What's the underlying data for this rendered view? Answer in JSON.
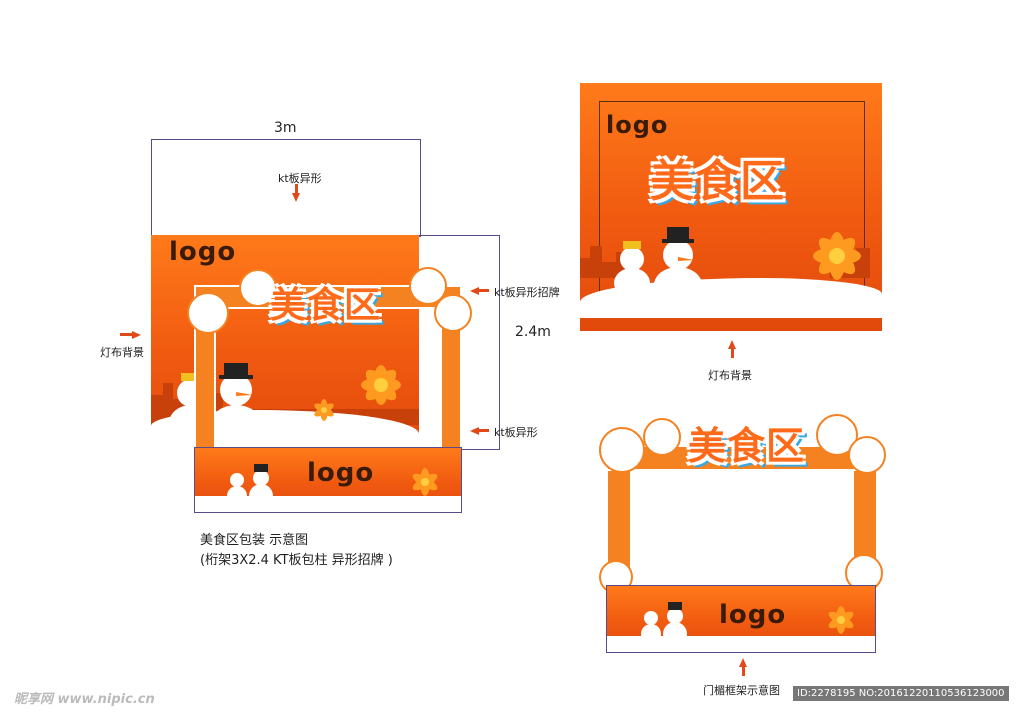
{
  "left_diagram": {
    "width_label": "3m",
    "height_label": "2.4m",
    "kt_top_label": "kt板异形",
    "cloth_bg_label": "灯布背景",
    "kt_sign_label": "kt板异形招牌",
    "kt_side_label": "kt板异形",
    "logo_top": "logo",
    "logo_bottom": "logo",
    "title_text": "美食区"
  },
  "caption": {
    "line1": "美食区包装 示意图",
    "line2": "(桁架3X2.4   KT板包柱 异形招牌 )"
  },
  "right_top": {
    "logo": "logo",
    "title_text": "美食区",
    "label": "灯布背景"
  },
  "right_bottom": {
    "title_text": "美食区",
    "logo": "logo",
    "label": "门楣框架示意图"
  },
  "watermark": {
    "site": "昵享网 www.nipic.cn",
    "id_text": "ID:2278195 NO:20161220110536123000"
  },
  "colors": {
    "orange": "#f05a10",
    "arrow": "#e04a1a",
    "title_outline": "#3aa7e0"
  }
}
